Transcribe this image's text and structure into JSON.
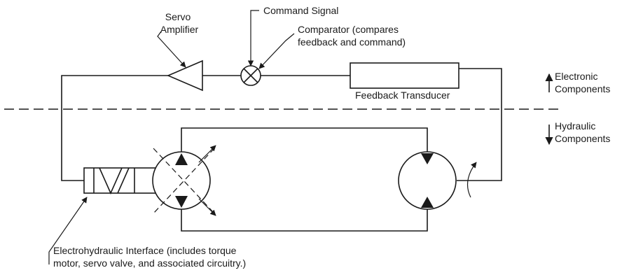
{
  "labels": {
    "servo_amplifier": [
      "Servo",
      "Amplifier"
    ],
    "command_signal": "Command Signal",
    "comparator": [
      "Comparator (compares",
      "feedback and command)"
    ],
    "feedback_transducer": "Feedback Transducer",
    "electronic_components": [
      "Electronic",
      "Components"
    ],
    "hydraulic_components": [
      "Hydraulic",
      "Components"
    ],
    "electrohydraulic_interface": [
      "Electrohydraulic Interface (includes torque",
      "motor, servo valve, and associated circuitry.)"
    ]
  }
}
